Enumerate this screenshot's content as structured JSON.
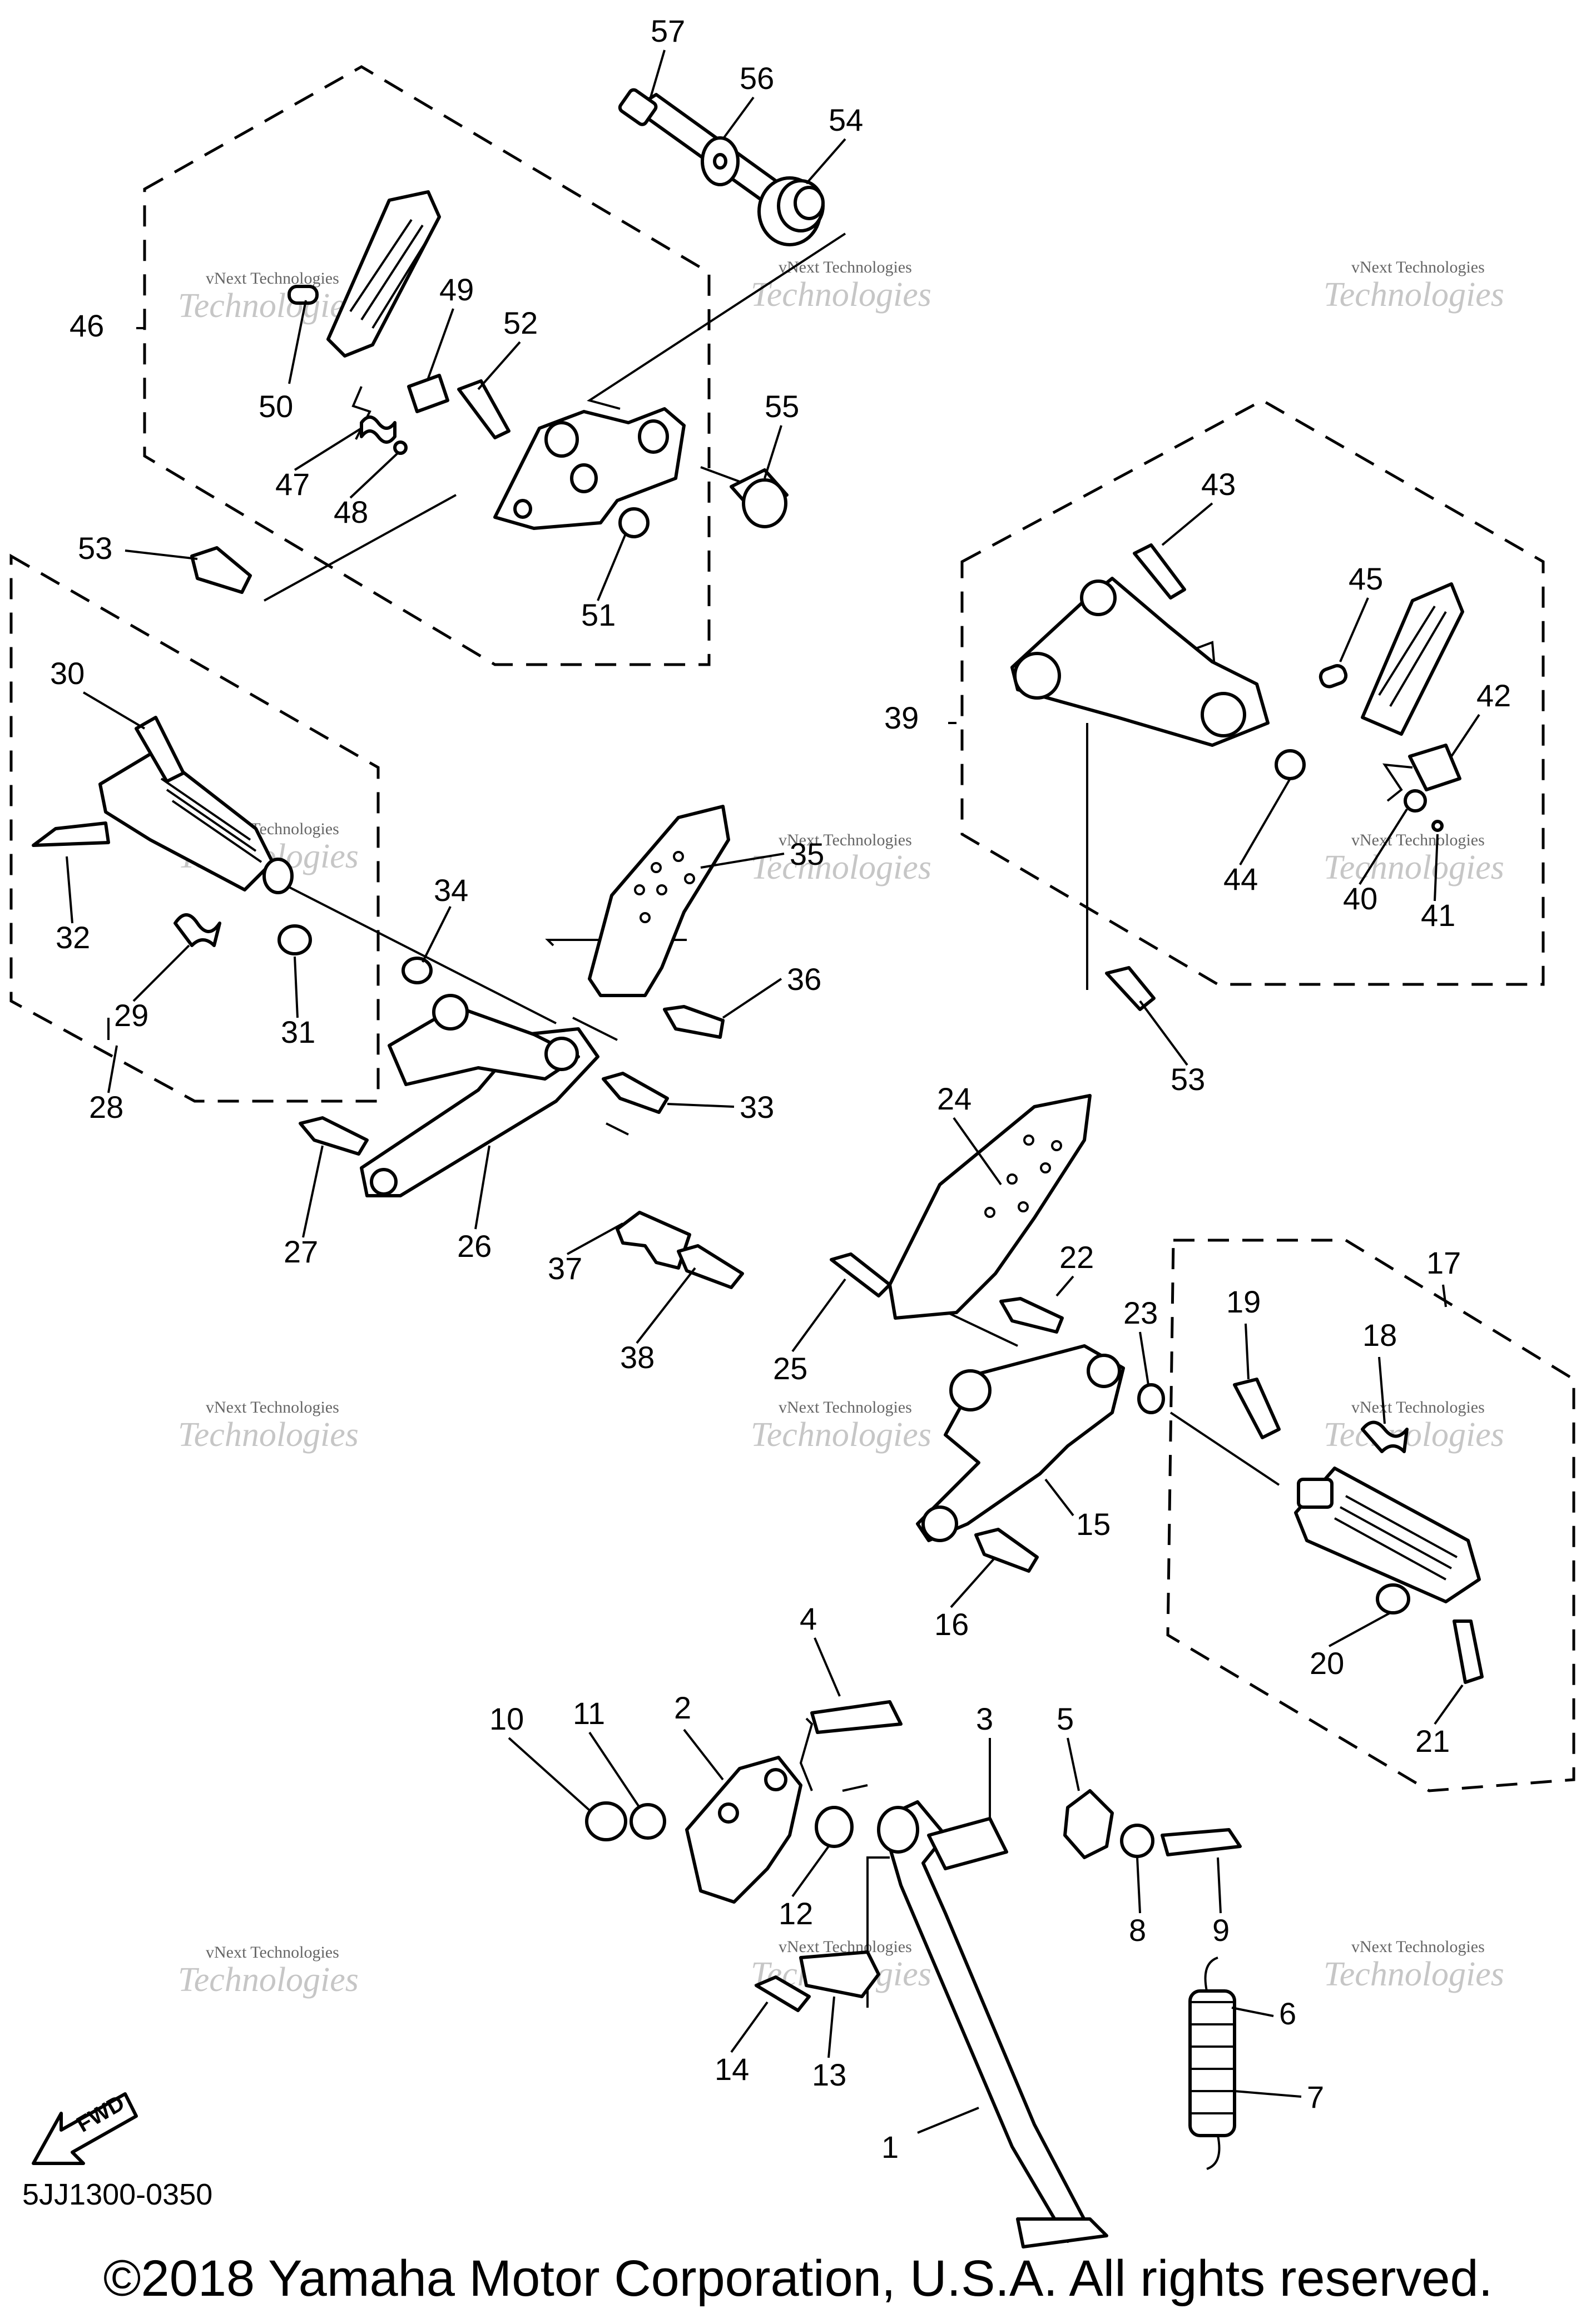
{
  "callouts": [
    "1",
    "2",
    "3",
    "4",
    "5",
    "6",
    "7",
    "8",
    "9",
    "10",
    "11",
    "12",
    "13",
    "14",
    "15",
    "16",
    "17",
    "18",
    "19",
    "20",
    "21",
    "22",
    "23",
    "24",
    "25",
    "26",
    "27",
    "28",
    "29",
    "30",
    "31",
    "32",
    "33",
    "34",
    "35",
    "36",
    "37",
    "38",
    "39",
    "40",
    "41",
    "42",
    "43",
    "44",
    "45",
    "46",
    "47",
    "48",
    "49",
    "50",
    "51",
    "52",
    "53",
    "53",
    "54",
    "55",
    "56",
    "57"
  ],
  "watermark": {
    "small": "vNext Technologies",
    "big": "Technologies"
  },
  "fwd_label": "FWD",
  "diagram_code": "5JJ1300-0350",
  "copyright": "©2018 Yamaha Motor Corporation, U.S.A. All rights reserved."
}
